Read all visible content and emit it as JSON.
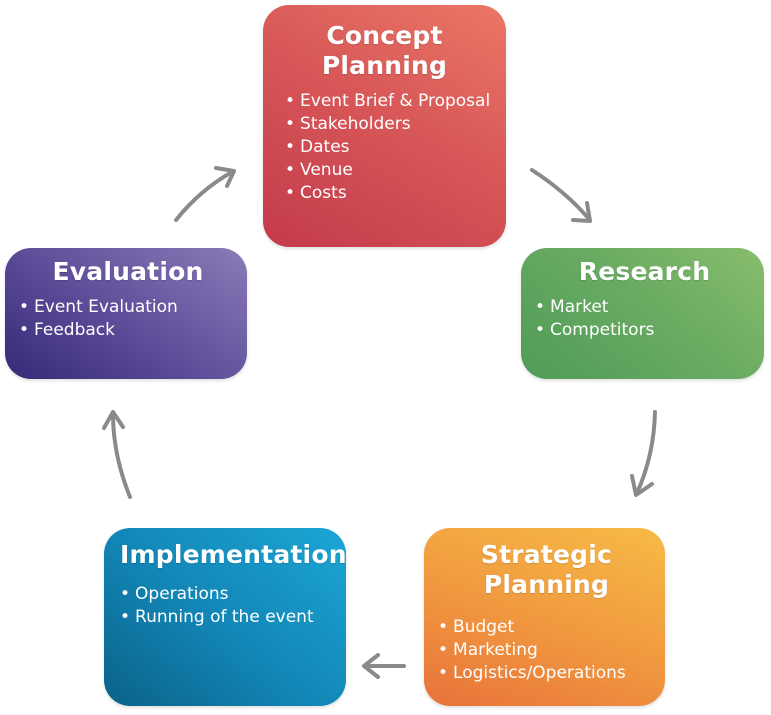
{
  "diagram": {
    "concept": {
      "title_line1": "Concept",
      "title_line2": "Planning",
      "items": [
        "Event Brief & Proposal",
        "Stakeholders",
        "Dates",
        "Venue",
        "Costs"
      ]
    },
    "research": {
      "title": "Research",
      "items": [
        "Market",
        "Competitors"
      ]
    },
    "strategic": {
      "title_line1": "Strategic",
      "title_line2": "Planning",
      "items": [
        "Budget",
        "Marketing",
        "Logistics/Operations"
      ]
    },
    "implementation": {
      "title": "Implementation",
      "items": [
        "Operations",
        "Running of the event"
      ]
    },
    "evaluation": {
      "title": "Evaluation",
      "items": [
        "Event Evaluation",
        "Feedback"
      ]
    },
    "colors": {
      "concept": "#d85858",
      "research": "#6aab62",
      "strategic": "#f0973f",
      "implementation": "#1285b5",
      "evaluation": "#5d4c98",
      "arrow": "#8a8a8a"
    }
  }
}
